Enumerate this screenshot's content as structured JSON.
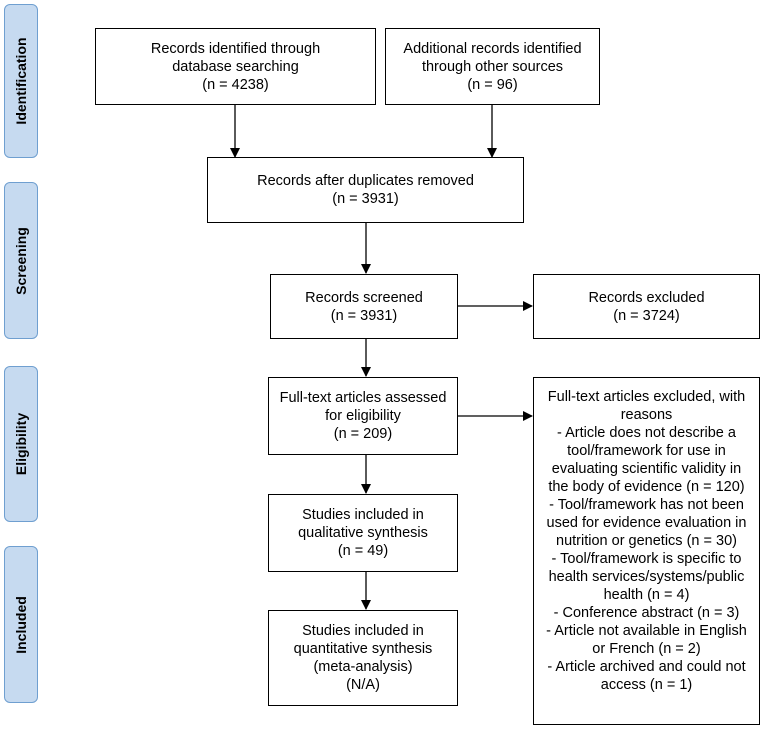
{
  "phases": {
    "identification": "Identification",
    "screening": "Screening",
    "eligibility": "Eligibility",
    "included": "Included"
  },
  "boxes": {
    "database_search": [
      "Records identified through",
      "database searching",
      "(n = 4238)"
    ],
    "other_sources": [
      "Additional records identified",
      "through other sources",
      "(n = 96)"
    ],
    "duplicates_removed": [
      "Records after duplicates removed",
      "(n = 3931)"
    ],
    "screened": [
      "Records screened",
      "(n = 3931)"
    ],
    "excluded": [
      "Records excluded",
      "(n = 3724)"
    ],
    "fulltext_assessed": [
      "Full-text articles assessed",
      "for eligibility",
      "(n = 209)"
    ],
    "fulltext_excluded": [
      "Full-text articles excluded, with",
      "reasons",
      "- Article does not describe a",
      "tool/framework for use in",
      "evaluating scientific validity in",
      "the body of evidence (n = 120)",
      "- Tool/framework has not been",
      "used for evidence evaluation in",
      "nutrition or genetics (n = 30)",
      "- Tool/framework is specific to",
      "health services/systems/public",
      "health (n = 4)",
      "- Conference abstract (n = 3)",
      "- Article not available in English",
      "or French (n = 2)",
      "- Article archived and could not",
      "access (n = 1)"
    ],
    "qualitative": [
      "Studies included in",
      "qualitative synthesis",
      "(n = 49)"
    ],
    "quantitative": [
      "Studies included in",
      "quantitative synthesis",
      "(meta-analysis)",
      "(N/A)"
    ]
  }
}
